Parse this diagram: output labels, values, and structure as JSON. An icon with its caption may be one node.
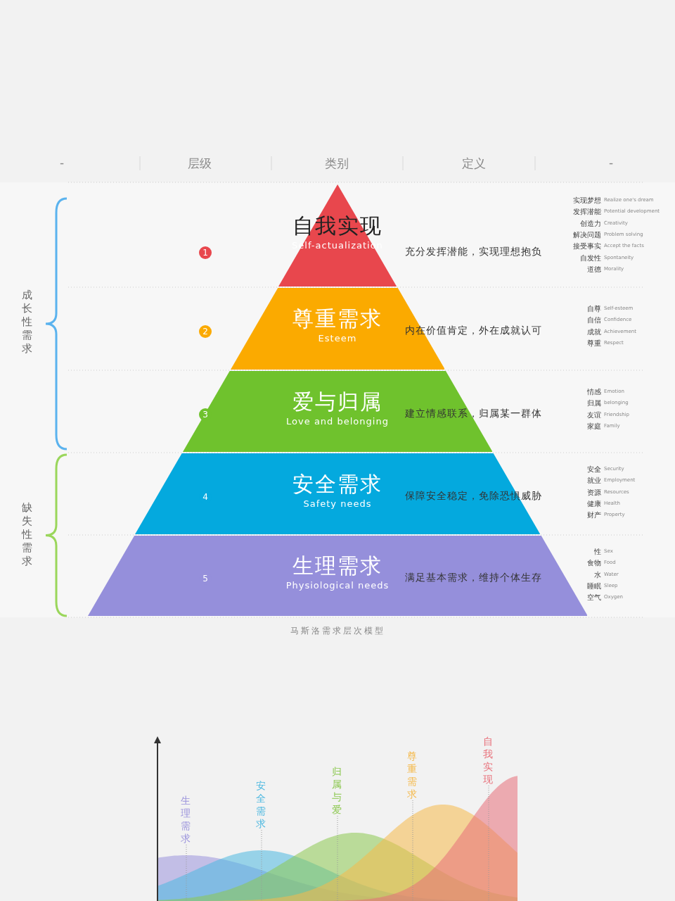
{
  "diagram": {
    "caption": "马斯洛需求层次模型",
    "nodes": [
      {
        "text": [
          "自我实现",
          "Self-actualization"
        ]
      },
      {
        "text": [
          "尊重需求",
          "Esteem"
        ]
      },
      {
        "text": [
          "爱与归属",
          "Love and belonging"
        ]
      },
      {
        "text": [
          "安全需求",
          "Safety needs"
        ]
      },
      {
        "text": [
          "生理需求",
          "Physiological needs"
        ]
      }
    ],
    "labels": [
      "-",
      "层级",
      "类别",
      "定义",
      "-",
      "成长性需求",
      "缺失性需求",
      "1",
      "2",
      "3",
      "4",
      "5",
      "实现梦想",
      "Realize one's dream",
      "发挥潜能",
      "Potential development",
      "创造力",
      "Creativity",
      "解决问题",
      "Problem solving",
      "接受事实",
      "Accept the facts",
      "自发性",
      "Spontaneity",
      "道德",
      "Morality",
      "自尊",
      "Self-esteem",
      "自信",
      "Confidence",
      "成就",
      "Achievement",
      "尊重",
      "Respect",
      "情感",
      "Emotion",
      "归属",
      "belonging",
      "友谊",
      "Friendship",
      "家庭",
      "Family",
      "安全",
      "Security",
      "就业",
      "Employment",
      "资源",
      "Resources",
      "健康",
      "Health",
      "财产",
      "Property",
      "性",
      "Sex",
      "食物",
      "Food",
      "水",
      "Water",
      "睡眠",
      "Sleep",
      "空气",
      "Oxygen",
      "生理需求",
      "安全需求",
      "归属与爱",
      "尊重需求",
      "自我实现",
      "充分发挥潜能，实现理想抱负",
      "内在价值肯定，外在成就认可",
      "建立情感联系，归属某一群体",
      "保障安全稳定，免除恐惧威胁",
      "满足基本需求，维持个体生存"
    ]
  }
}
